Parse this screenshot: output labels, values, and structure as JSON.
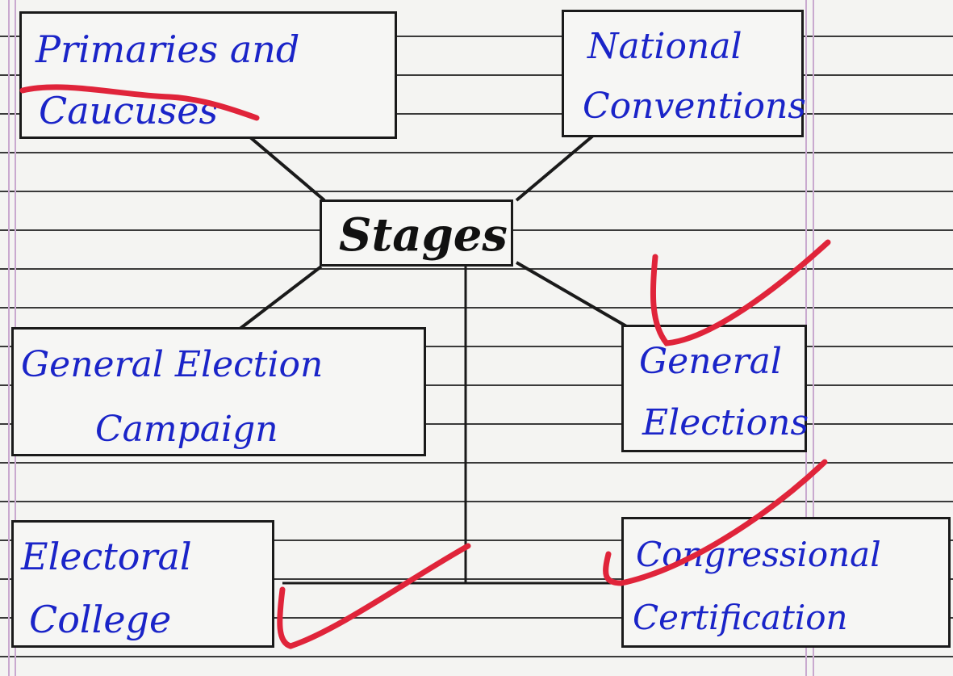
{
  "diagram": {
    "center": {
      "label": "Stages"
    },
    "nodes": [
      {
        "id": "primaries",
        "lines": [
          "Primaries and",
          "Caucuses"
        ]
      },
      {
        "id": "conventions",
        "lines": [
          "National",
          "Conventions"
        ]
      },
      {
        "id": "campaign",
        "lines": [
          "General Election",
          "Campaign"
        ]
      },
      {
        "id": "elections",
        "lines": [
          "General",
          "Elections"
        ]
      },
      {
        "id": "college",
        "lines": [
          "Electoral",
          "College"
        ]
      },
      {
        "id": "certification",
        "lines": [
          "Congressional",
          "Certification"
        ]
      }
    ]
  },
  "colors": {
    "ink_blue": "#1a24c8",
    "ink_black": "#1a1a1a",
    "annotation_red": "#e0243a",
    "paper": "#f4f4f2",
    "ruled_line": "#3a3a3a",
    "margin_line": "#c9a9cf"
  }
}
